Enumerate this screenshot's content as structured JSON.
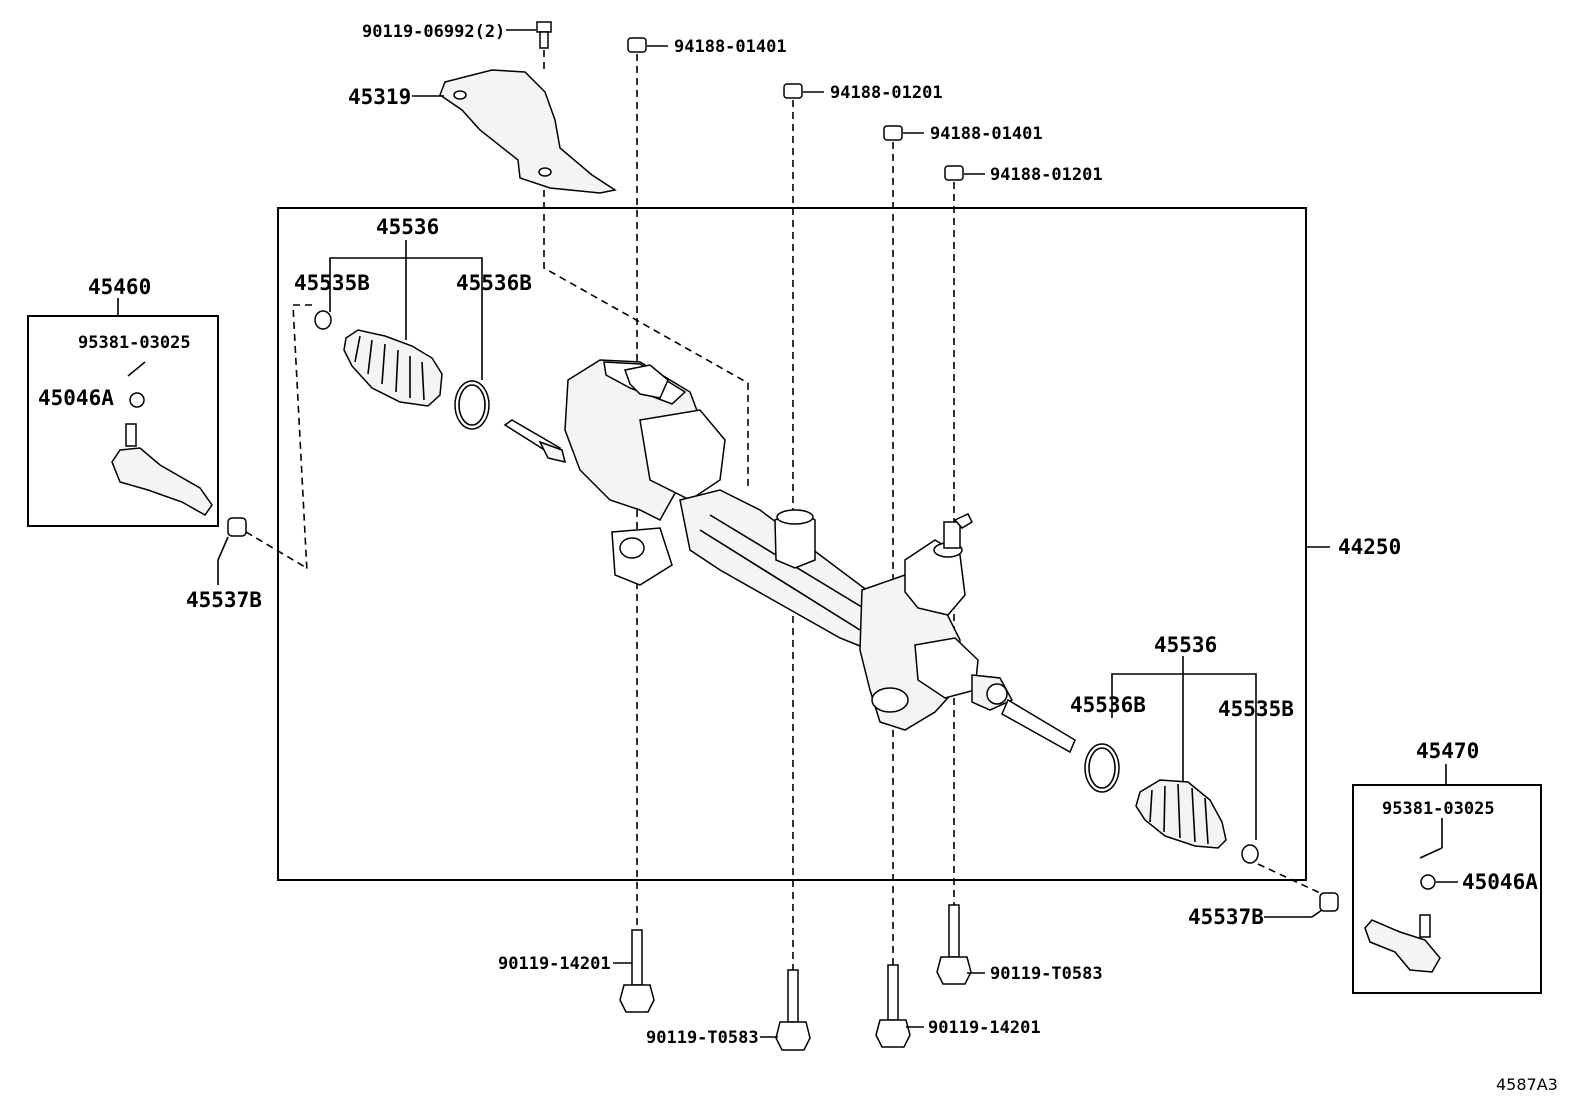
{
  "diagram": {
    "code": "4587A3",
    "labels": {
      "p90119_06992": "90119-06992(2)",
      "p94188_01401_a": "94188-01401",
      "p94188_01201_a": "94188-01201",
      "p94188_01401_b": "94188-01401",
      "p94188_01201_b": "94188-01201",
      "p45319": "45319",
      "p45536_top": "45536",
      "p45535B_left": "45535B",
      "p45536B_left": "45536B",
      "p45460": "45460",
      "p95381_left": "95381-03025",
      "p45046A_left": "45046A",
      "p45537B_left": "45537B",
      "p44250": "44250",
      "p45536_right": "45536",
      "p45536B_right": "45536B",
      "p45535B_right": "45535B",
      "p45470": "45470",
      "p95381_right": "95381-03025",
      "p45046A_right": "45046A",
      "p45537B_right": "45537B",
      "p90119_14201_a": "90119-14201",
      "p90119_T0583_a": "90119-T0583",
      "p90119_T0583_b": "90119-T0583",
      "p90119_14201_b": "90119-14201"
    }
  }
}
